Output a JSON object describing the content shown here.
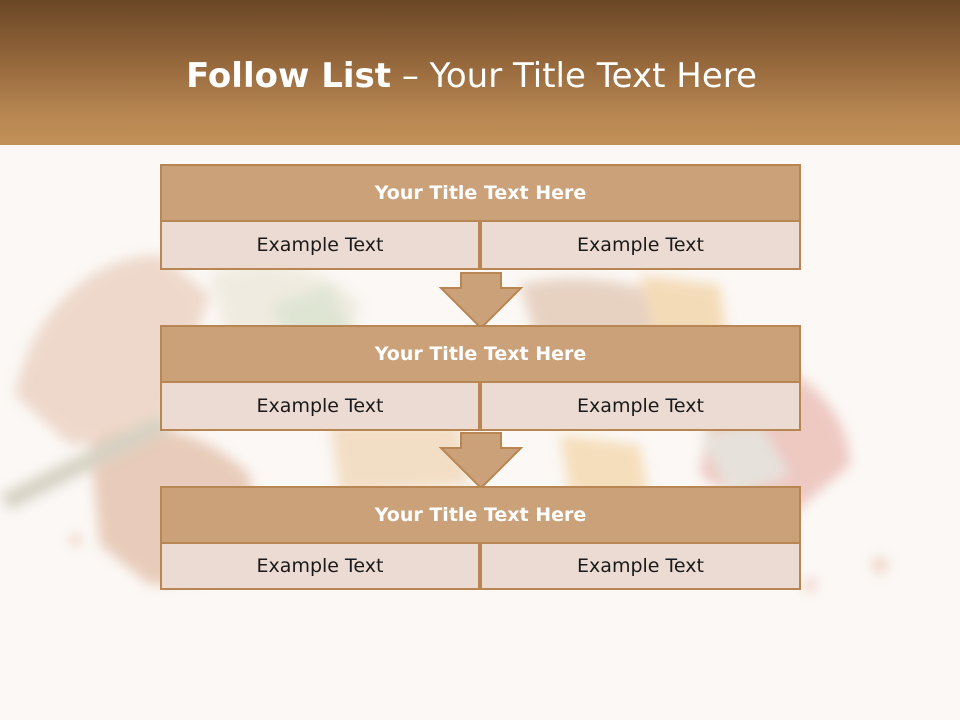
{
  "slide": {
    "title_bold": "Follow List",
    "title_rest": " – Your Title Text Here"
  },
  "steps": [
    {
      "title": "Your Title Text Here",
      "left": "Example Text",
      "right": "Example Text"
    },
    {
      "title": "Your Title Text Here",
      "left": "Example Text",
      "right": "Example Text"
    },
    {
      "title": "Your Title Text Here",
      "left": "Example Text",
      "right": "Example Text"
    }
  ],
  "colors": {
    "header_top": "#6a4726",
    "header_bottom": "#c19158",
    "box_title_fill": "#cba17a",
    "box_cell_fill": "#ebdbd2",
    "box_border": "#b78653",
    "arrow_fill": "#cba17a"
  }
}
